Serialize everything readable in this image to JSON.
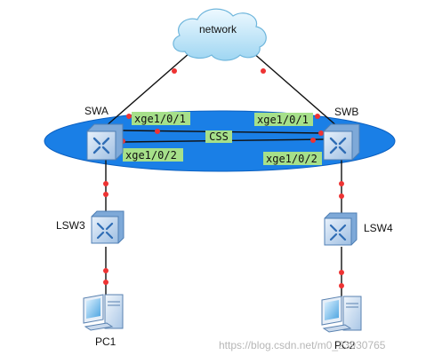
{
  "diagram": {
    "cloud_label": "network",
    "nodes": {
      "swa": "SWA",
      "swb": "SWB",
      "lsw3": "LSW3",
      "lsw4": "LSW4",
      "pc1": "PC1",
      "pc2": "PC2"
    },
    "ports": {
      "swa_top": "xge1/0/1",
      "swa_bottom": "xge1/0/2",
      "swb_top": "xge1/0/1",
      "swb_bottom": "xge1/0/2"
    },
    "stack_label": "CSS",
    "watermark": "https://blog.csdn.net/m0_23930765",
    "colors": {
      "ellipse": "#1a7fe6",
      "ellipse_edge": "#0a5fc0",
      "port_label_bg": "#a6e08a",
      "link_dot": "#ee3333",
      "device_blue": "#3a7fc7"
    }
  }
}
